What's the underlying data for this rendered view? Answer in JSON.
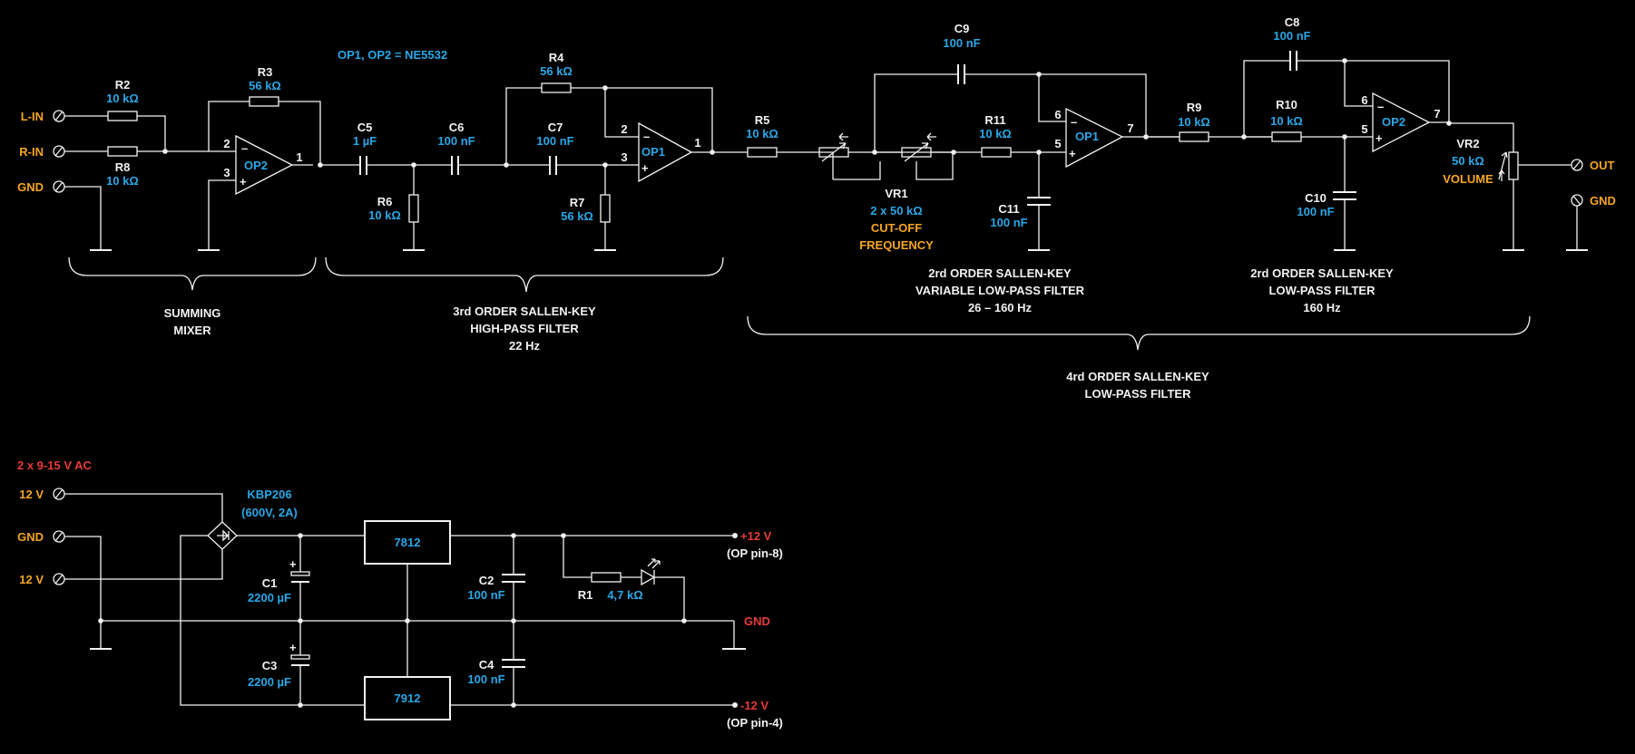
{
  "header": {
    "opamps": "OP1, OP2 = NE5532"
  },
  "inputs": {
    "l_in": "L-IN",
    "r_in": "R-IN",
    "gnd": "GND"
  },
  "components": {
    "R2": {
      "name": "R2",
      "value": "10 kΩ"
    },
    "R3": {
      "name": "R3",
      "value": "56 kΩ"
    },
    "R8": {
      "name": "R8",
      "value": "10 kΩ"
    },
    "C5": {
      "name": "C5",
      "value": "1 µF"
    },
    "C6": {
      "name": "C6",
      "value": "100 nF"
    },
    "R6": {
      "name": "R6",
      "value": "10 kΩ"
    },
    "R4": {
      "name": "R4",
      "value": "56 kΩ"
    },
    "C7": {
      "name": "C7",
      "value": "100 nF"
    },
    "R7": {
      "name": "R7",
      "value": "56 kΩ"
    },
    "R5": {
      "name": "R5",
      "value": "10 kΩ"
    },
    "C9": {
      "name": "C9",
      "value": "100 nF"
    },
    "R11": {
      "name": "R11",
      "value": "10 kΩ"
    },
    "C11": {
      "name": "C11",
      "value": "100 nF"
    },
    "VR1": {
      "name": "VR1",
      "value": "2 x 50 kΩ",
      "function": "CUT-OFF FREQUENCY"
    },
    "R9": {
      "name": "R9",
      "value": "10 kΩ"
    },
    "C8": {
      "name": "C8",
      "value": "100 nF"
    },
    "R10": {
      "name": "R10",
      "value": "10 kΩ"
    },
    "C10": {
      "name": "C10",
      "value": "100 nF"
    },
    "VR2": {
      "name": "VR2",
      "value": "50 kΩ",
      "function": "VOLUME"
    }
  },
  "opamps": {
    "op2a": {
      "name": "OP2",
      "pin_minus": "2",
      "pin_plus": "3",
      "pin_out": "1"
    },
    "op1a": {
      "name": "OP1",
      "pin_minus": "2",
      "pin_plus": "3",
      "pin_out": "1"
    },
    "op1b": {
      "name": "OP1",
      "pin_minus": "6",
      "pin_plus": "5",
      "pin_out": "7"
    },
    "op2b": {
      "name": "OP2",
      "pin_minus": "6",
      "pin_plus": "5",
      "pin_out": "7"
    }
  },
  "outputs": {
    "out": "OUT",
    "gnd": "GND"
  },
  "stages": {
    "mixer": [
      "SUMMING",
      "MIXER"
    ],
    "hpf": [
      "3rd ORDER SALLEN-KEY",
      "HIGH-PASS FILTER",
      "22 Hz"
    ],
    "vlpf": [
      "2rd ORDER SALLEN-KEY",
      "VARIABLE LOW-PASS FILTER",
      "26 – 160 Hz"
    ],
    "lpf": [
      "2rd ORDER SALLEN-KEY",
      "LOW-PASS FILTER",
      "160 Hz"
    ],
    "lpf4": [
      "4rd ORDER SALLEN-KEY",
      "LOW-PASS FILTER"
    ]
  },
  "psu": {
    "ac": "2 x 9-15 V AC",
    "in1": "12 V",
    "gnd": "GND",
    "in2": "12 V",
    "bridge": {
      "name": "KBP206",
      "rating": "(600V, 2A)"
    },
    "C1": {
      "name": "C1",
      "value": "2200 µF"
    },
    "C3": {
      "name": "C3",
      "value": "2200 µF"
    },
    "reg_pos": "7812",
    "reg_neg": "7912",
    "C2": {
      "name": "C2",
      "value": "100 nF"
    },
    "C4": {
      "name": "C4",
      "value": "100 nF"
    },
    "R1": {
      "name": "R1",
      "value": "4,7 kΩ"
    },
    "plus": "+12 V",
    "plus_pin": "(OP pin-8)",
    "gnd_out": "GND",
    "minus": "-12 V",
    "minus_pin": "(OP pin-4)"
  },
  "colors": {
    "background": "#000000",
    "wire": "#f2f2f2",
    "value": "#2aa7e6",
    "terminal_label": "#f5a623",
    "supply_label": "#e83a3a"
  }
}
